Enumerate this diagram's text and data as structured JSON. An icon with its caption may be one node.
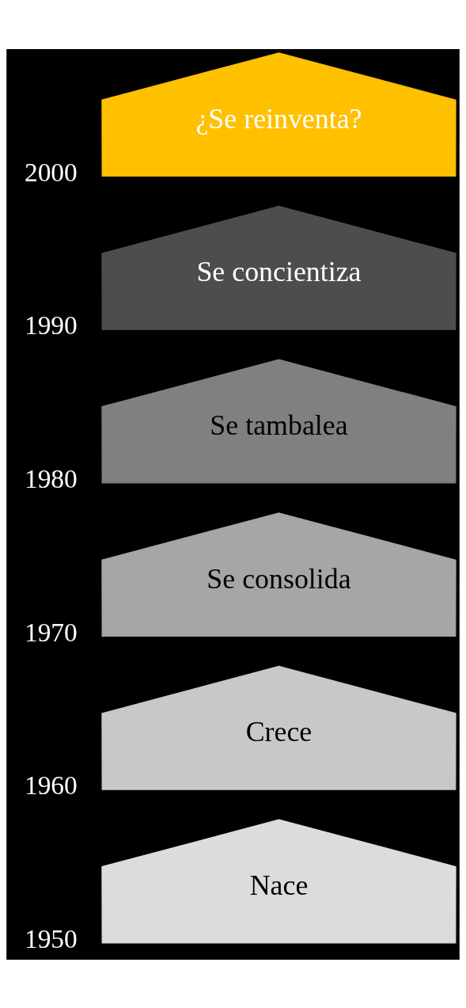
{
  "diagram": {
    "nodes": [
      {
        "text": [
          "¿Se reinventa?"
        ],
        "beside": [
          "2000"
        ]
      },
      {
        "text": [
          "Se concientiza"
        ],
        "beside": [
          "1990"
        ]
      },
      {
        "text": [
          "Se tambalea"
        ],
        "beside": [
          "1980"
        ]
      },
      {
        "text": [
          "Se consolida"
        ],
        "beside": [
          "1970"
        ]
      },
      {
        "text": [
          "Crece"
        ],
        "beside": [
          "1960"
        ]
      },
      {
        "text": [
          "Nace"
        ],
        "beside": [
          "1950"
        ]
      }
    ]
  }
}
